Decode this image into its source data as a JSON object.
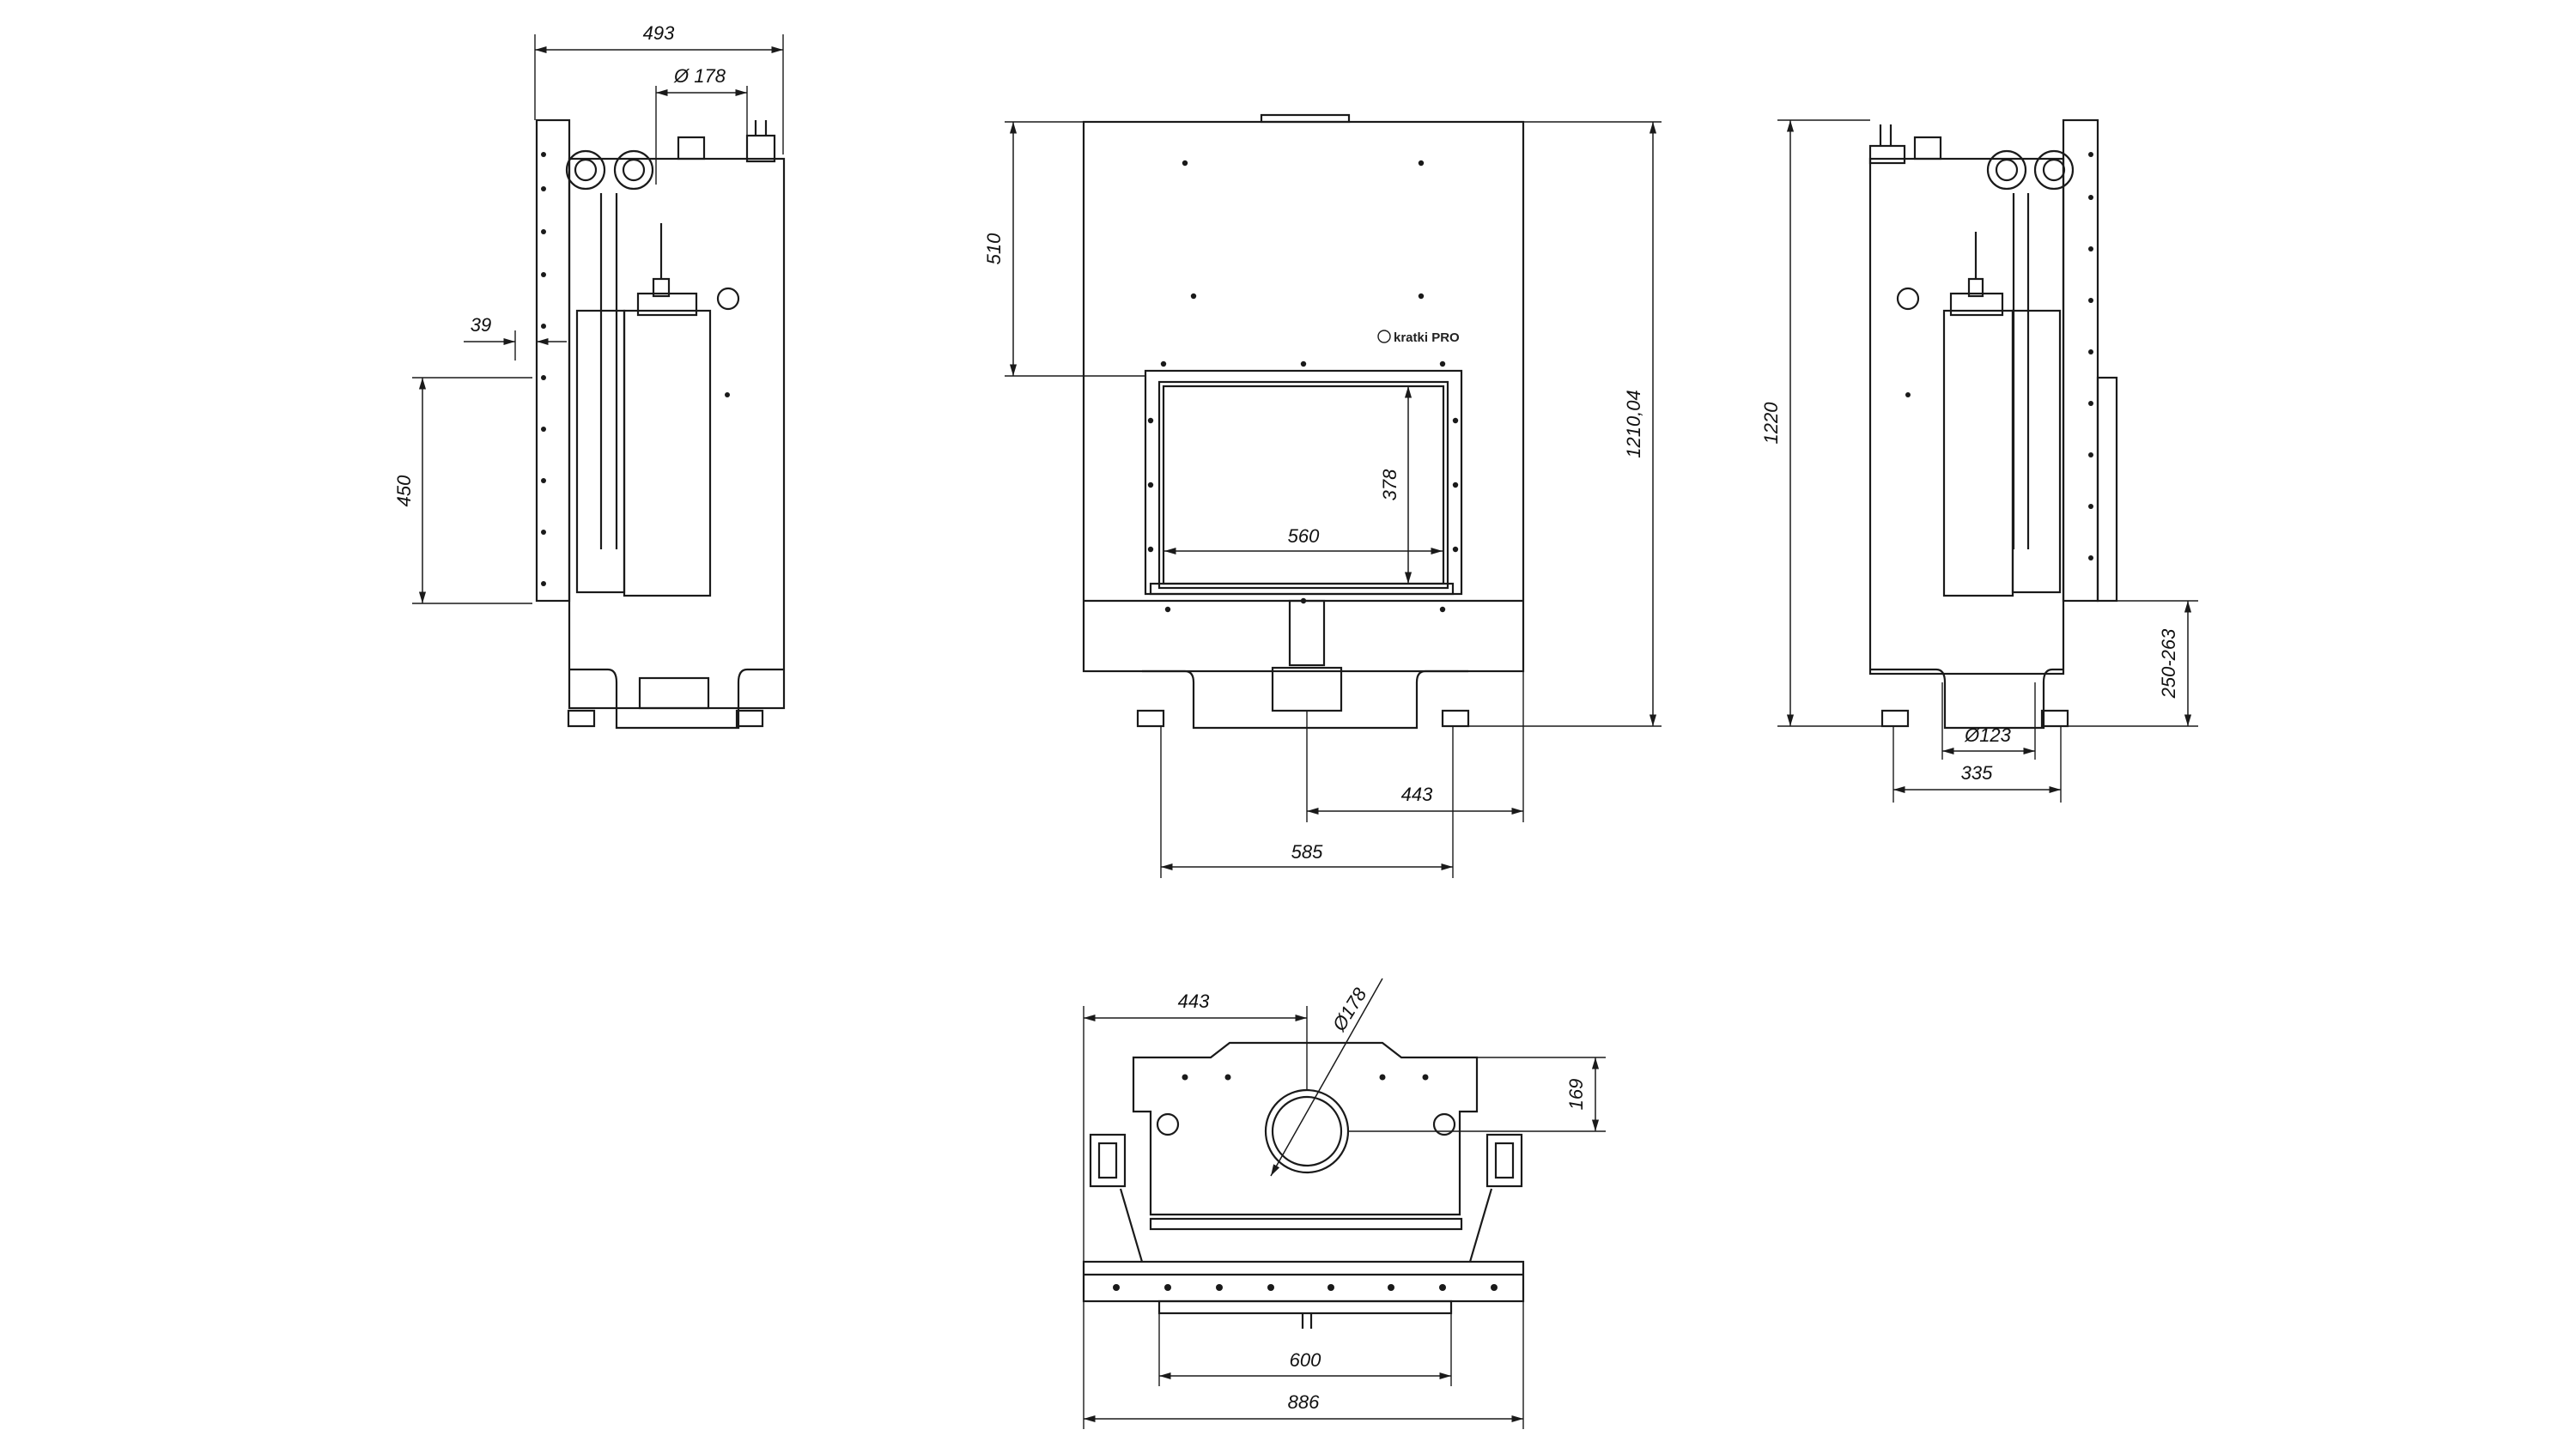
{
  "brand": {
    "logo_text": "kratki PRO"
  },
  "side_left": {
    "width_total": "493",
    "flue_diameter": "Ø 178",
    "offset_39": "39",
    "height_450": "450"
  },
  "front": {
    "top_510": "510",
    "total_height": "1210,04",
    "glass_height": "378",
    "glass_width": "560",
    "offset_443": "443",
    "width_585": "585"
  },
  "side_right": {
    "total_height": "1220",
    "air_inlet_height": "250-263",
    "air_diameter": "Ø123",
    "width_335": "335"
  },
  "top_view": {
    "offset_443": "443",
    "flue_diameter": "Ø178",
    "depth_169": "169",
    "width_600": "600",
    "width_886": "886"
  }
}
